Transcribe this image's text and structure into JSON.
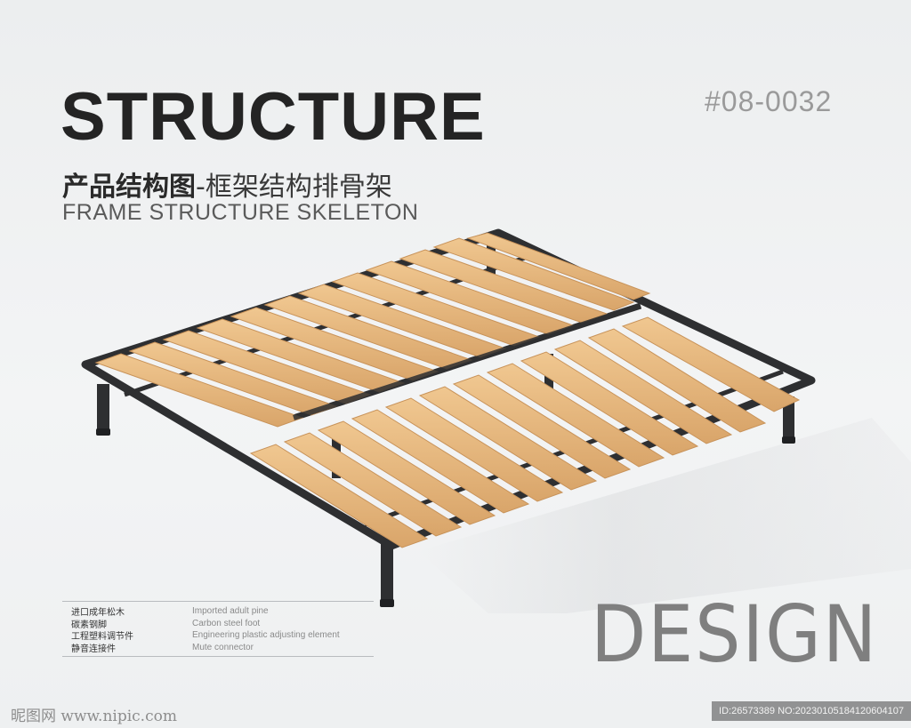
{
  "header": {
    "title": "STRUCTURE",
    "code": "#08-0032",
    "subtitle_cn_strong": "产品结构图",
    "subtitle_cn_rest": "-框架结构排骨架",
    "subtitle_en": "FRAME STRUCTURE SKELETON"
  },
  "specs": [
    {
      "cn": "进口成年松木",
      "en": "Imported adult pine"
    },
    {
      "cn": "碳素钢脚",
      "en": "Carbon steel foot"
    },
    {
      "cn": "工程塑料调节件",
      "en": "Engineering plastic adjusting element"
    },
    {
      "cn": "静音连接件",
      "en": "Mute connector"
    }
  ],
  "design_word": "DESIGN",
  "footer": {
    "watermark": "昵图网 www.nipic.com",
    "id_text": "ID:26573389 NO:20230105184120604107"
  },
  "colors": {
    "frame": "#2e2f31",
    "slat": "#e6b880",
    "slat_edge": "#c8935a",
    "background": "#eef0f1"
  },
  "illustration": "bed-slat-frame"
}
